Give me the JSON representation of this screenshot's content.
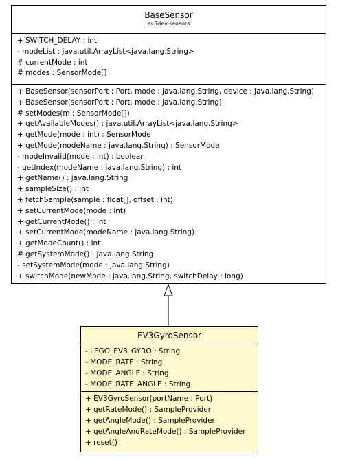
{
  "base_class": {
    "name": "BaseSensor",
    "package": "ev3dev.sensors",
    "attributes": [
      "+ SWITCH_DELAY : int",
      "- modeList : java.util.ArrayList<java.lang.String>",
      "# currentMode : int",
      "# modes : SensorMode[]"
    ],
    "operations": [
      "+ BaseSensor(sensorPort : Port, mode : java.lang.String, device : java.lang.String)",
      "+ BaseSensor(sensorPort : Port, mode : java.lang.String)",
      "# setModes(m : SensorMode[])",
      "+ getAvailableModes() : java.util.ArrayList<java.lang.String>",
      "+ getMode(mode : int) : SensorMode",
      "+ getMode(modeName : java.lang.String) : SensorMode",
      "- modeInvalid(mode : int) : boolean",
      "- getIndex(modeName : java.lang.String) : int",
      "+ getName() : java.lang.String",
      "+ sampleSize() : int",
      "+ fetchSample(sample : float[], offset : int)",
      "+ setCurrentMode(mode : int)",
      "+ getCurrentMode() : int",
      "+ setCurrentMode(modeName : java.lang.String)",
      "+ getModeCount() : int",
      "# getSystemMode() : java.lang.String",
      "- setSystemMode(mode : java.lang.String)",
      "+ switchMode(newMode : java.lang.String, switchDelay : long)"
    ]
  },
  "sub_class": {
    "name": "EV3GyroSensor",
    "attributes": [
      "- LEGO_EV3_GYRO : String",
      "- MODE_RATE : String",
      "- MODE_ANGLE : String",
      "- MODE_RATE_ANGLE : String"
    ],
    "operations": [
      "+ EV3GyroSensor(portName : Port)",
      "+ getRateMode() : SampleProvider",
      "+ getAngleMode() : SampleProvider",
      "+ getAngleAndRateMode() : SampleProvider",
      "+ reset()"
    ]
  },
  "colors": {
    "base_fill": "#ffffff",
    "sub_fill": "#fff8cc",
    "line": "#000000"
  }
}
